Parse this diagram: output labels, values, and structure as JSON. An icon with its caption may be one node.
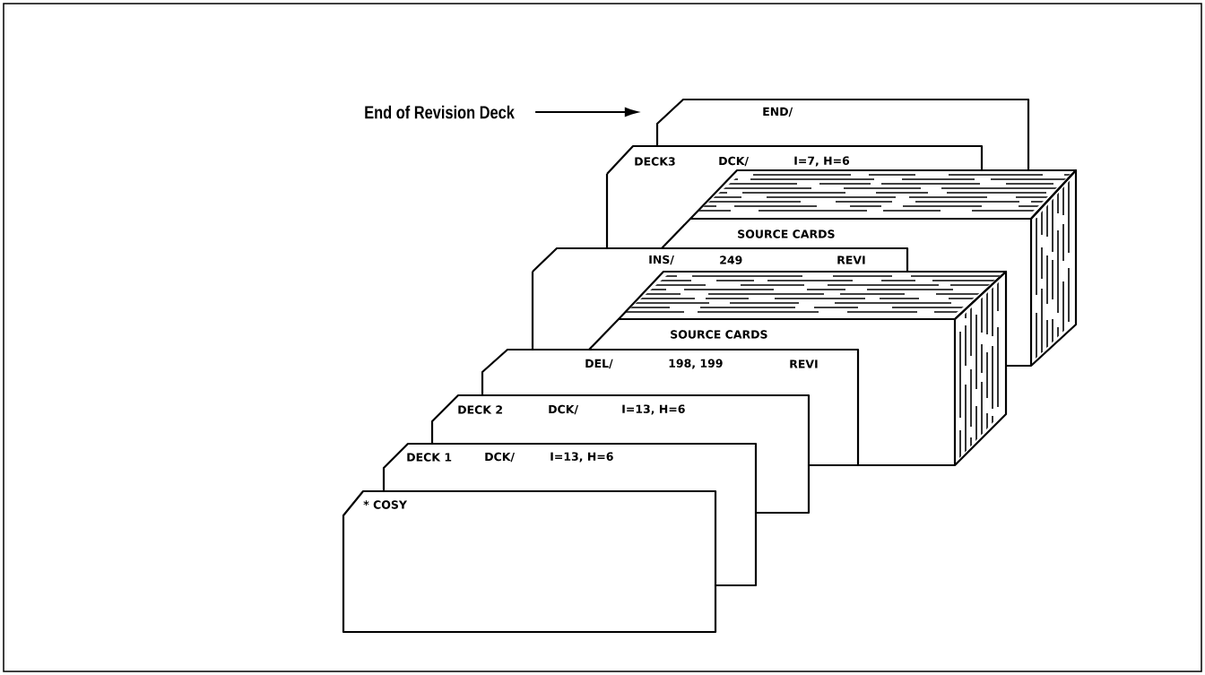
{
  "diagram": {
    "nodes": [
      {
        "text": [
          "End of Revision Deck"
        ]
      },
      {
        "text": [
          "END/"
        ]
      },
      {
        "text": [
          "DECK3",
          "DCK/",
          "I=7, H=6"
        ]
      },
      {
        "text": [
          "SOURCE CARDS"
        ]
      },
      {
        "text": [
          "INS/",
          "249",
          "REVI"
        ]
      },
      {
        "text": [
          "SOURCE CARDS"
        ]
      },
      {
        "text": [
          "DEL/",
          "198, 199",
          "REVI"
        ]
      },
      {
        "text": [
          "DECK 2",
          "DCK/",
          "I=13, H=6"
        ]
      },
      {
        "text": [
          "DECK 1",
          "DCK/",
          "I=13, H=6"
        ]
      },
      {
        "text": [
          "* COSY"
        ]
      }
    ],
    "edges": [
      {
        "from": 0,
        "to": 1,
        "arrow": "to"
      }
    ]
  }
}
